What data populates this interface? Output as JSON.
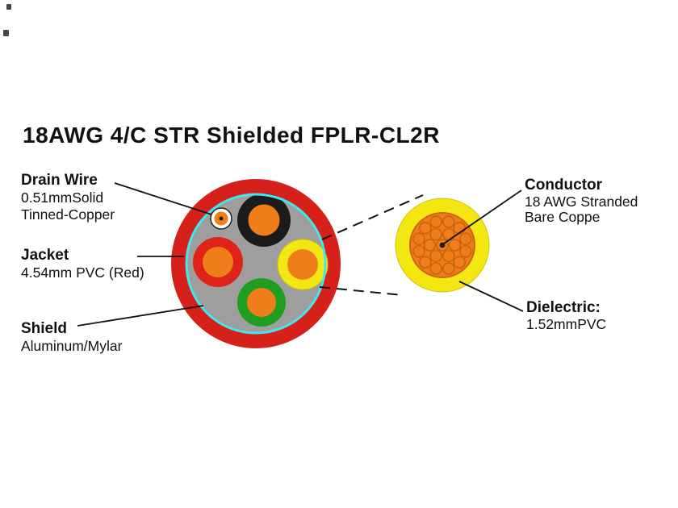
{
  "title": "18AWG 4/C STR Shielded FPLR-CL2R",
  "labels": {
    "drain_wire": {
      "title": "Drain Wire",
      "line1": "0.51mmSolid",
      "line2": "Tinned-Copper"
    },
    "jacket": {
      "title": "Jacket",
      "line1": "4.54mm PVC (Red)"
    },
    "shield": {
      "title": "Shield",
      "line1": "Aluminum/Mylar"
    },
    "conductor": {
      "title": "Conductor",
      "line1": "18 AWG Stranded",
      "line2": "Bare Coppe"
    },
    "dielectric": {
      "title": "Dielectric:",
      "line1": "1.52mmPVC"
    }
  },
  "colors": {
    "jacket_red": "#d6201a",
    "shield_gray": "#9e9e9e",
    "shield_cyan": "#3fe8ec",
    "insulation_black": "#1b1b1b",
    "insulation_red": "#df2318",
    "insulation_yellow": "#f2e713",
    "insulation_green": "#1f9e1f",
    "conductor_orange": "#ef7d1a",
    "strand_stroke": "#c8650f",
    "drain_white": "#ffffff",
    "line_black": "#111111"
  },
  "figure": {
    "conductor_count": 4,
    "strand_count": 19
  }
}
